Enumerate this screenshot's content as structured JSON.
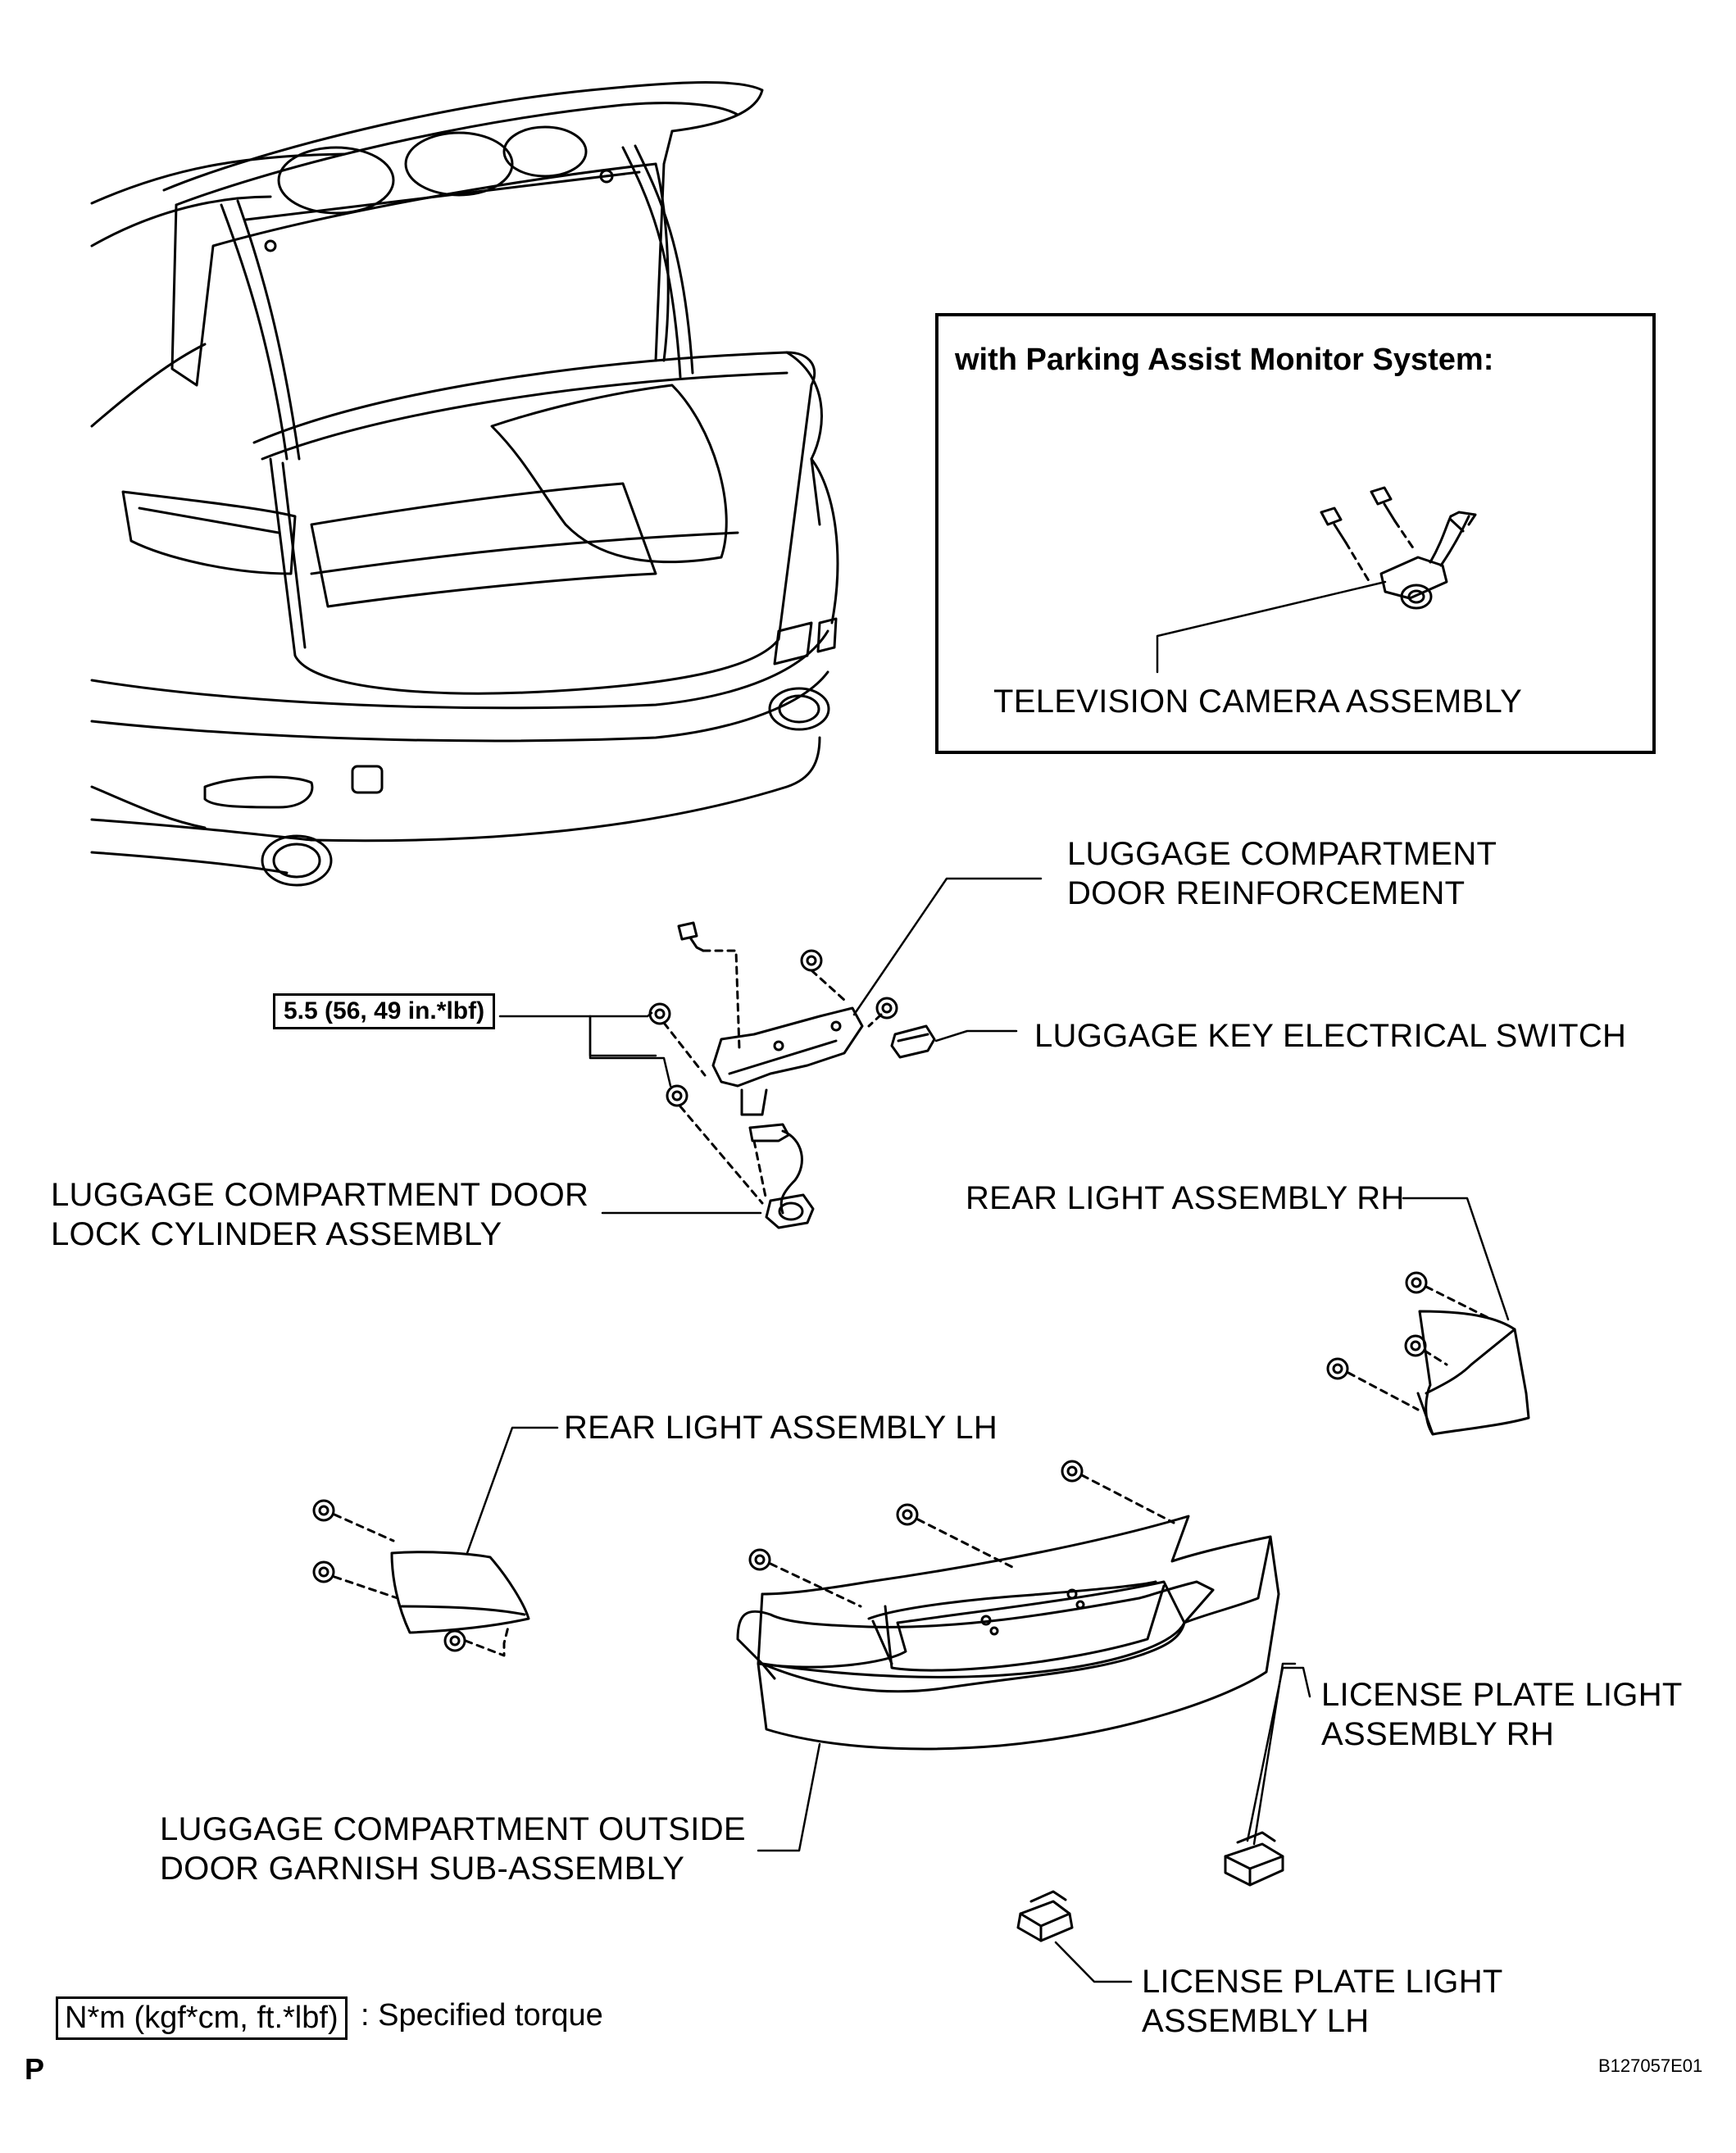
{
  "inset": {
    "title": "with Parking Assist Monitor System:",
    "camera_label": "TELEVISION CAMERA ASSEMBLY"
  },
  "labels": {
    "door_reinforcement": [
      "LUGGAGE COMPARTMENT",
      "DOOR REINFORCEMENT"
    ],
    "key_switch": "LUGGAGE KEY ELECTRICAL SWITCH",
    "lock_cylinder": [
      "LUGGAGE COMPARTMENT DOOR",
      "LOCK CYLINDER ASSEMBLY"
    ],
    "rear_light_rh": "REAR LIGHT ASSEMBLY RH",
    "rear_light_lh": "REAR LIGHT ASSEMBLY LH",
    "garnish": [
      "LUGGAGE COMPARTMENT OUTSIDE",
      "DOOR GARNISH SUB-ASSEMBLY"
    ],
    "plate_light_rh": [
      "LICENSE PLATE LIGHT",
      "ASSEMBLY RH"
    ],
    "plate_light_lh": [
      "LICENSE PLATE LIGHT",
      "ASSEMBLY LH"
    ]
  },
  "torque": "5.5 (56, 49 in.*lbf)",
  "legend": {
    "box": "N*m (kgf*cm, ft.*lbf)",
    "text": ": Specified torque"
  },
  "corner_mark": "P",
  "figure_id": "B127057E01"
}
